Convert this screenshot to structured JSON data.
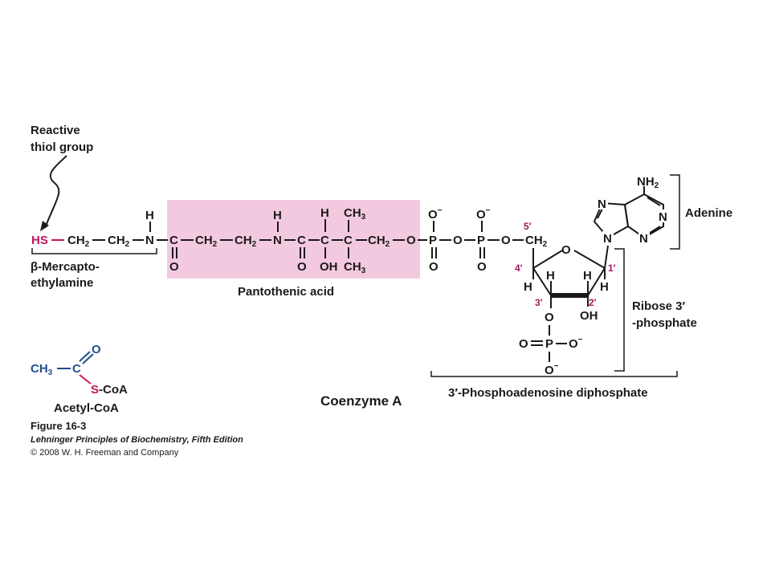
{
  "figure": {
    "labels": {
      "reactive_thiol": [
        "Reactive",
        "thiol group"
      ],
      "mercapto": [
        "β-Mercapto-",
        "ethylamine"
      ],
      "pantothenic": "Pantothenic acid",
      "adenine": "Adenine",
      "ribose": [
        "Ribose 3′",
        "-phosphate"
      ],
      "phosphoadenosine": "3′-Phosphoadenosine diphosphate",
      "coenzyme": "Coenzyme A",
      "acetyl_coa": "Acetyl-CoA"
    },
    "ring_numbers": [
      "5′",
      "4′",
      "3′",
      "2′",
      "1′"
    ],
    "caption": {
      "line1": "Figure 16-3",
      "line2": "Lehninger Principles of Biochemistry, Fifth Edition",
      "line3": "© 2008 W. H. Freeman and Company"
    },
    "colors": {
      "highlight": "#f3c9df",
      "thiol": "#c2185b",
      "acetyl": "#1f4e8c",
      "numbers": "#a3195b",
      "ink": "#1a1a1a"
    }
  }
}
